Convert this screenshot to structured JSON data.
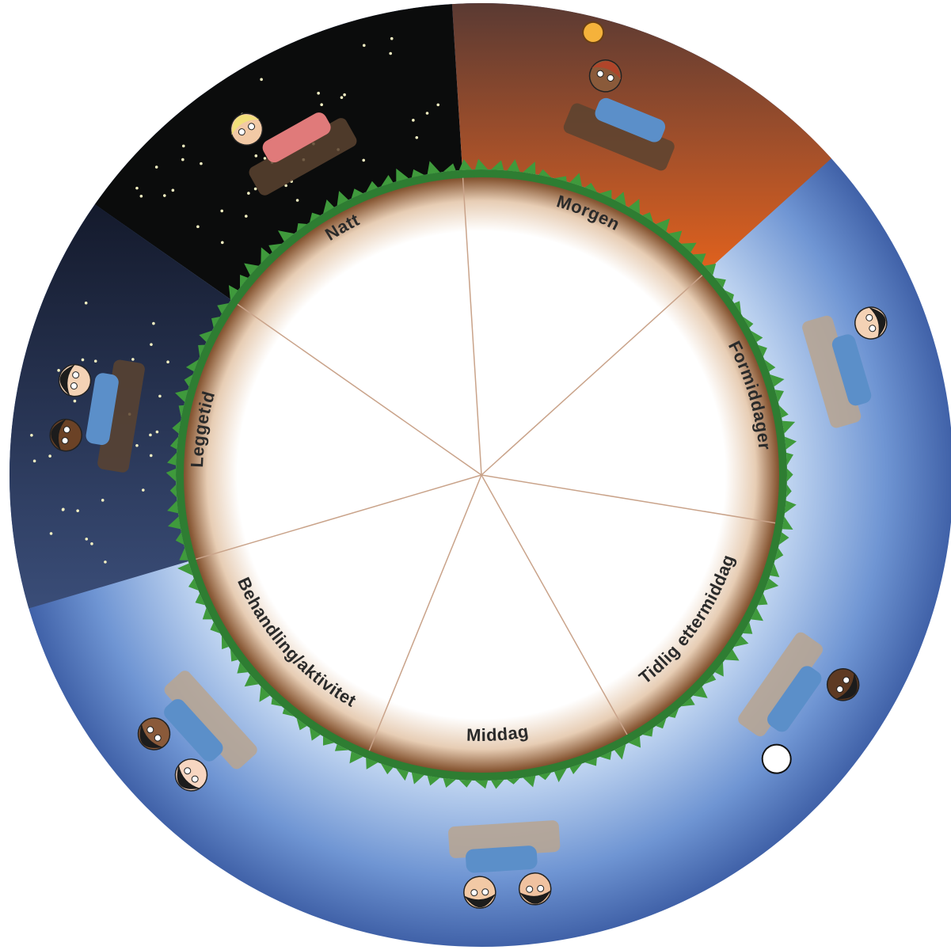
{
  "diagram": {
    "segments": [
      {
        "id": "natt",
        "label": "Natt",
        "theme": "night",
        "scene": "parent-watching-sleeping-child-icon"
      },
      {
        "id": "morgen",
        "label": "Morgen",
        "theme": "dawn",
        "scene": "child-waking-in-bed-icon"
      },
      {
        "id": "formiddager",
        "label": "Formiddager",
        "theme": "day",
        "scene": "children-playing-icon"
      },
      {
        "id": "tidlig-ettermiddag",
        "label": "Tidlig ettermiddag",
        "theme": "day",
        "scene": "football-play-icon"
      },
      {
        "id": "middag",
        "label": "Middag",
        "theme": "day",
        "scene": "family-dinner-table-icon"
      },
      {
        "id": "behandling-aktivitet",
        "label": "Behandling/aktivitet",
        "theme": "day",
        "scene": "treatment-activity-icon"
      },
      {
        "id": "leggetid",
        "label": "Leggetid",
        "theme": "evening",
        "scene": "bedtime-reading-icon"
      }
    ],
    "colors": {
      "night": "#0b0c0c",
      "dawn_top": "#6f3e2a",
      "dawn_bottom": "#e0611d",
      "evening_top": "#141a2c",
      "evening_bottom": "#3a4d78",
      "day_edge": "#3e5fa6",
      "day_center": "#ffffff",
      "grass": "#2e7d32",
      "inner_rim": "#6b3f22",
      "spoke": "#c9a38a",
      "label": "#2a2a2a"
    }
  }
}
